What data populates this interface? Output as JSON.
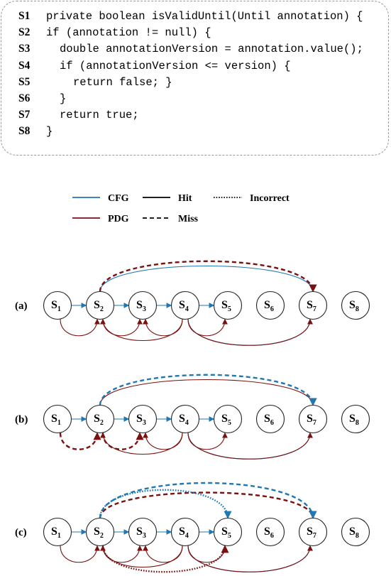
{
  "code": [
    {
      "label": "S1",
      "text": "private boolean isValidUntil(Until annotation) {",
      "indent": 0
    },
    {
      "label": "S2",
      "text": "if (annotation != null) {",
      "indent": 0
    },
    {
      "label": "S3",
      "text": "double annotationVersion = annotation.value();",
      "indent": 1
    },
    {
      "label": "S4",
      "text": "if (annotationVersion <= version) {",
      "indent": 1
    },
    {
      "label": "S5",
      "text": "return false; }",
      "indent": 2
    },
    {
      "label": "S6",
      "text": "}",
      "indent": 1
    },
    {
      "label": "S7",
      "text": "return true;",
      "indent": 1
    },
    {
      "label": "S8",
      "text": "}",
      "indent": 0
    }
  ],
  "legend": {
    "cfg": "CFG",
    "pdg": "PDG",
    "hit": "Hit",
    "miss": "Miss",
    "incorrect": "Incorrect"
  },
  "colors": {
    "cfg": "#1f77b4",
    "pdg": "#7b1010",
    "node_stroke": "#222222"
  },
  "nodes": [
    {
      "main": "S",
      "sub": "1"
    },
    {
      "main": "S",
      "sub": "2"
    },
    {
      "main": "S",
      "sub": "3"
    },
    {
      "main": "S",
      "sub": "4"
    },
    {
      "main": "S",
      "sub": "5"
    },
    {
      "main": "S",
      "sub": "6"
    },
    {
      "main": "S",
      "sub": "7"
    },
    {
      "main": "S",
      "sub": "8"
    }
  ],
  "diagrams": [
    {
      "label": "(a)",
      "edges": [
        {
          "from": 1,
          "to": 2,
          "kind": "cfg",
          "style": "solid",
          "shape": "straight"
        },
        {
          "from": 2,
          "to": 3,
          "kind": "cfg",
          "style": "solid",
          "shape": "straight"
        },
        {
          "from": 3,
          "to": 4,
          "kind": "cfg",
          "style": "solid",
          "shape": "straight"
        },
        {
          "from": 4,
          "to": 5,
          "kind": "cfg",
          "style": "solid",
          "shape": "straight"
        },
        {
          "from": 2,
          "to": 7,
          "kind": "cfg",
          "style": "solid",
          "shape": "over"
        },
        {
          "from": 2,
          "to": 7,
          "kind": "pdg",
          "style": "dashed",
          "shape": "over"
        },
        {
          "from": 1,
          "to": 2,
          "kind": "pdg",
          "style": "solid",
          "shape": "under"
        },
        {
          "from": 2,
          "to": 3,
          "kind": "pdg",
          "style": "solid",
          "shape": "under"
        },
        {
          "from": 4,
          "to": 2,
          "kind": "pdg",
          "style": "solid",
          "shape": "under"
        },
        {
          "from": 4,
          "to": 3,
          "kind": "pdg",
          "style": "solid",
          "shape": "under"
        },
        {
          "from": 4,
          "to": 5,
          "kind": "pdg",
          "style": "solid",
          "shape": "under"
        },
        {
          "from": 4,
          "to": 7,
          "kind": "cfg",
          "style": "solid",
          "shape": "under"
        },
        {
          "from": 4,
          "to": 7,
          "kind": "pdg",
          "style": "solid",
          "shape": "under"
        }
      ]
    },
    {
      "label": "(b)",
      "edges": [
        {
          "from": 1,
          "to": 2,
          "kind": "cfg",
          "style": "solid",
          "shape": "straight"
        },
        {
          "from": 2,
          "to": 3,
          "kind": "cfg",
          "style": "solid",
          "shape": "straight"
        },
        {
          "from": 3,
          "to": 4,
          "kind": "cfg",
          "style": "solid",
          "shape": "straight"
        },
        {
          "from": 4,
          "to": 5,
          "kind": "cfg",
          "style": "solid",
          "shape": "straight"
        },
        {
          "from": 2,
          "to": 7,
          "kind": "pdg",
          "style": "solid",
          "shape": "over"
        },
        {
          "from": 2,
          "to": 7,
          "kind": "cfg",
          "style": "dashed",
          "shape": "over"
        },
        {
          "from": 1,
          "to": 2,
          "kind": "pdg",
          "style": "dashed",
          "shape": "under"
        },
        {
          "from": 2,
          "to": 3,
          "kind": "pdg",
          "style": "dashed",
          "shape": "under"
        },
        {
          "from": 4,
          "to": 2,
          "kind": "pdg",
          "style": "solid",
          "shape": "under"
        },
        {
          "from": 4,
          "to": 3,
          "kind": "pdg",
          "style": "solid",
          "shape": "under"
        },
        {
          "from": 4,
          "to": 5,
          "kind": "pdg",
          "style": "solid",
          "shape": "under"
        },
        {
          "from": 4,
          "to": 7,
          "kind": "cfg",
          "style": "solid",
          "shape": "under"
        },
        {
          "from": 4,
          "to": 7,
          "kind": "pdg",
          "style": "solid",
          "shape": "under"
        }
      ]
    },
    {
      "label": "(c)",
      "edges": [
        {
          "from": 1,
          "to": 2,
          "kind": "cfg",
          "style": "solid",
          "shape": "straight"
        },
        {
          "from": 2,
          "to": 3,
          "kind": "cfg",
          "style": "solid",
          "shape": "straight"
        },
        {
          "from": 3,
          "to": 4,
          "kind": "cfg",
          "style": "solid",
          "shape": "straight"
        },
        {
          "from": 4,
          "to": 5,
          "kind": "cfg",
          "style": "solid",
          "shape": "straight"
        },
        {
          "from": 2,
          "to": 7,
          "kind": "pdg",
          "style": "dashed",
          "shape": "over"
        },
        {
          "from": 2,
          "to": 5,
          "kind": "cfg",
          "style": "dotted",
          "shape": "over"
        },
        {
          "from": 2,
          "to": 7,
          "kind": "cfg",
          "style": "dashed",
          "shape": "over"
        },
        {
          "from": 1,
          "to": 2,
          "kind": "pdg",
          "style": "solid",
          "shape": "under"
        },
        {
          "from": 2,
          "to": 3,
          "kind": "pdg",
          "style": "solid",
          "shape": "under"
        },
        {
          "from": 4,
          "to": 2,
          "kind": "pdg",
          "style": "solid",
          "shape": "under"
        },
        {
          "from": 4,
          "to": 3,
          "kind": "pdg",
          "style": "solid",
          "shape": "under"
        },
        {
          "from": 4,
          "to": 5,
          "kind": "pdg",
          "style": "solid",
          "shape": "under"
        },
        {
          "from": 2,
          "to": 5,
          "kind": "pdg",
          "style": "dotted",
          "shape": "under"
        },
        {
          "from": 4,
          "to": 7,
          "kind": "cfg",
          "style": "solid",
          "shape": "under"
        },
        {
          "from": 4,
          "to": 7,
          "kind": "pdg",
          "style": "solid",
          "shape": "under"
        }
      ]
    }
  ]
}
